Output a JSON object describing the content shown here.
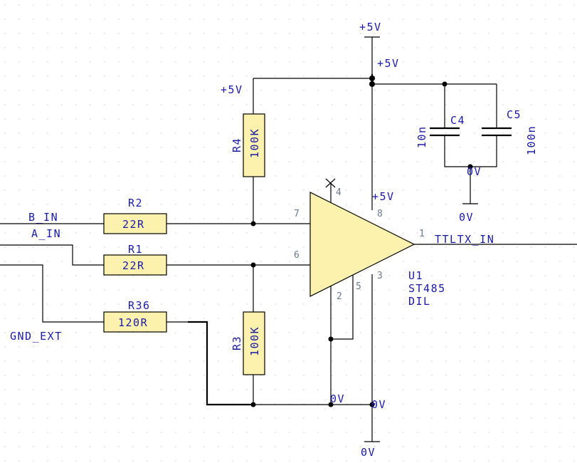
{
  "supplies": {
    "top_rail": "+5V",
    "top_rail_node": "+5V",
    "r4_supply": "+5V",
    "ic_vcc": "+5V",
    "cap_gnd": "0V",
    "cap_gnd_symbol": "0V",
    "ic_gnd_a": "0V",
    "ic_gnd_b": "0V",
    "bottom_gnd": "0V"
  },
  "nets": {
    "b_in": "B_IN",
    "a_in": "A_IN",
    "gnd_ext": "GND_EXT",
    "ttltx_in": "TTLTX_IN"
  },
  "components": {
    "r2": {
      "ref": "R2",
      "value": "22R"
    },
    "r1": {
      "ref": "R1",
      "value": "22R"
    },
    "r36": {
      "ref": "R36",
      "value": "120R"
    },
    "r4": {
      "ref": "R4",
      "value": "100K"
    },
    "r3": {
      "ref": "R3",
      "value": "100K"
    },
    "c4": {
      "ref": "C4",
      "value": "10n"
    },
    "c5": {
      "ref": "C5",
      "value": "100n"
    },
    "u1": {
      "ref": "U1",
      "part": "ST485",
      "package": "DIL"
    }
  },
  "pins": {
    "p1": "1",
    "p2": "2",
    "p3": "3",
    "p4": "4",
    "p5": "5",
    "p6": "6",
    "p7": "7",
    "p8": "8"
  },
  "colors": {
    "body_fill": "#fcf2ae",
    "label": "#1a1aa8",
    "pin": "#6a7a90",
    "grid": "#c8c8c8"
  }
}
